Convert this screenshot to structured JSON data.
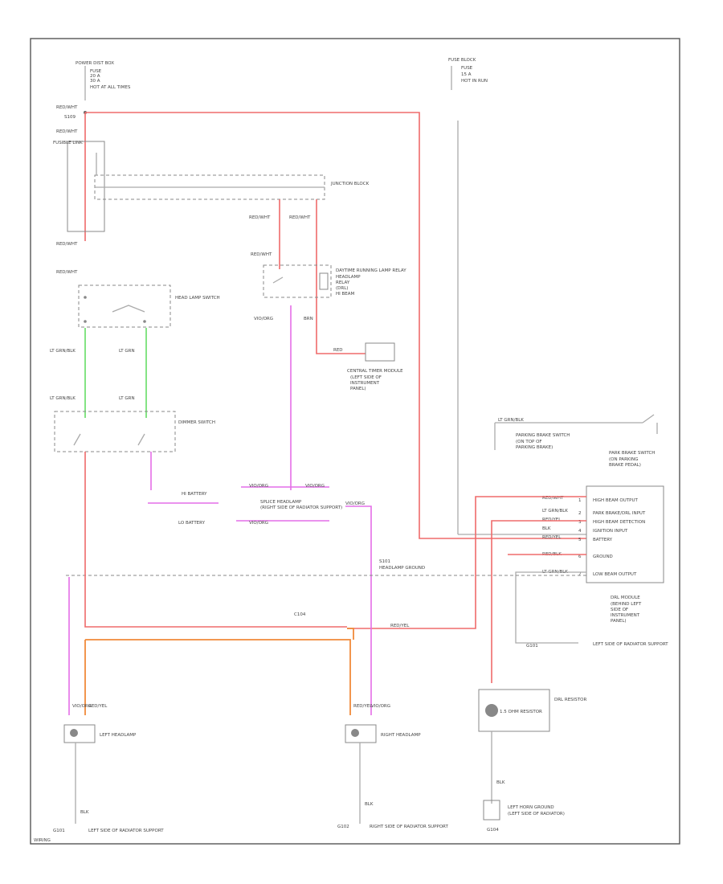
{
  "labels": {
    "fuse_block_left": {
      "title": "POWER DIST BOX",
      "lines": [
        "FUSE",
        "20 A",
        "30 A",
        "HOT AT ALL TIMES"
      ]
    },
    "fuse_block_right": {
      "title": "FUSE BLOCK",
      "lines": [
        "FUSE",
        "15 A",
        "HOT IN RUN"
      ]
    },
    "wire_top_left": "RED/WHT",
    "splice_top_left": "S109",
    "wire_left_2": "RED/WHT",
    "fuse_relay_note": "FUSIBLE LINK",
    "junction_top": "JUNCTION BLOCK",
    "wire_left_3": "RED/WHT",
    "wire_left_4": "RED/WHT",
    "headlamp_switch": "HEAD LAMP SWITCH",
    "wire_grn_1": "LT GRN/BLK",
    "wire_grn_2": "LT GRN",
    "wire_grn_3": "LT GRN/BLK",
    "wire_grn_4": "LT GRN",
    "dimmer_switch": "DIMMER SWITCH",
    "relay_wire_1": "RED/WHT",
    "relay_wire_2": "RED/WHT",
    "relay_wire_3": "RED/WHT",
    "relay_name": "DAYTIME RUNNING LAMP RELAY",
    "relay_lines": [
      "HEADLAMP",
      "RELAY",
      "(DRL)",
      "HI BEAM"
    ],
    "relay_wire_4": "VIO/ORG",
    "relay_wire_5": "BRN",
    "central_timer": "CENTRAL TIMER MODULE",
    "central_timer_lines": [
      "(LEFT SIDE OF",
      "INSTRUMENT",
      "PANEL)"
    ],
    "c_wire_1": "RED",
    "park_brake_wire": "LT GRN/BLK",
    "park_brake_conn": "PARKING BRAKE SWITCH",
    "park_brake_conn_lines": [
      "(ON TOP OF",
      "PARKING BRAKE)"
    ],
    "park_switch_label": "PARK BRAKE SWITCH",
    "park_switch_lines": [
      "(ON PARKING",
      "BRAKE PEDAL)"
    ],
    "drl_module": "DRL MODULE",
    "drl_module_lines": [
      "(BEHIND LEFT",
      "SIDE OF",
      "INSTRUMENT",
      "PANEL)"
    ],
    "drl_terms": [
      "HIGH BEAM OUTPUT",
      "PARK BRAKE/DRL INPUT",
      "HIGH BEAM DETECTION",
      "IGNITION INPUT",
      "BATTERY",
      "GROUND",
      "LOW BEAM OUTPUT"
    ],
    "drl_pins": [
      "1",
      "2",
      "3",
      "4",
      "5",
      "6",
      "7"
    ],
    "drl_wires": [
      "RED/WHT",
      "LT GRN/BLK",
      "RED/YEL",
      "BLK",
      "RED/YEL",
      "RED/BLK",
      "LT GRN/BLK"
    ],
    "left_hi_wire": "HI BATTERY",
    "left_lo_wire": "LO BATTERY",
    "mid_wire_1": "VIO/ORG",
    "mid_wire_2": "VIO/ORG",
    "mid_wire_3": "VIO/ORG",
    "mid_wire_4": "VIO/ORG",
    "ground_splice": "S101",
    "ground_note": "HEADLAMP GROUND",
    "hi_beam_splice": "SPLICE HEADLAMP",
    "splice_note": "(RIGHT SIDE OF RADIATOR SUPPORT)",
    "splice_c": "C104",
    "red_wire_bottom": "RED/YEL",
    "gnd_label_right": "G101",
    "gnd_note_right": "LEFT SIDE OF RADIATOR SUPPORT",
    "drl_resistor": "DRL RESISTOR",
    "resistor_name": "1.5 OHM RESISTOR",
    "left_headlamp": "LEFT HEADLAMP",
    "right_headlamp": "RIGHT HEADLAMP",
    "left_gnd": "G101",
    "left_gnd_note": "LEFT SIDE OF RADIATOR SUPPORT",
    "right_gnd": "G102",
    "right_gnd_note": "RIGHT SIDE OF RADIATOR SUPPORT",
    "left_blk": "BLK",
    "right_blk": "BLK",
    "left_hl_wires": [
      "VIO/ORG",
      "RED/YEL"
    ],
    "right_hl_wires": [
      "RED/YEL",
      "VIO/ORG"
    ],
    "horn_ground": "LEFT HORN GROUND",
    "horn_note": "(LEFT SIDE OF RADIATOR)",
    "bottom_blk": "BLK",
    "gnd_bottom": "G104",
    "corner_label": "WIRING"
  }
}
